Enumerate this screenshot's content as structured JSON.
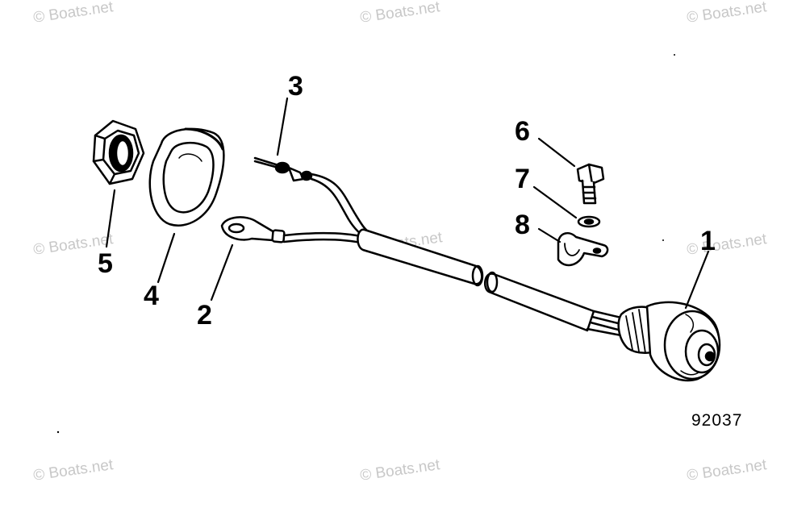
{
  "watermark": {
    "text": "© Boats.net"
  },
  "callouts": [
    "1",
    "2",
    "3",
    "4",
    "5",
    "6",
    "7",
    "8"
  ],
  "figure_number": "92037",
  "colors": {
    "ink": "#000000",
    "watermark": "#c8c8c8",
    "background": "#ffffff"
  }
}
